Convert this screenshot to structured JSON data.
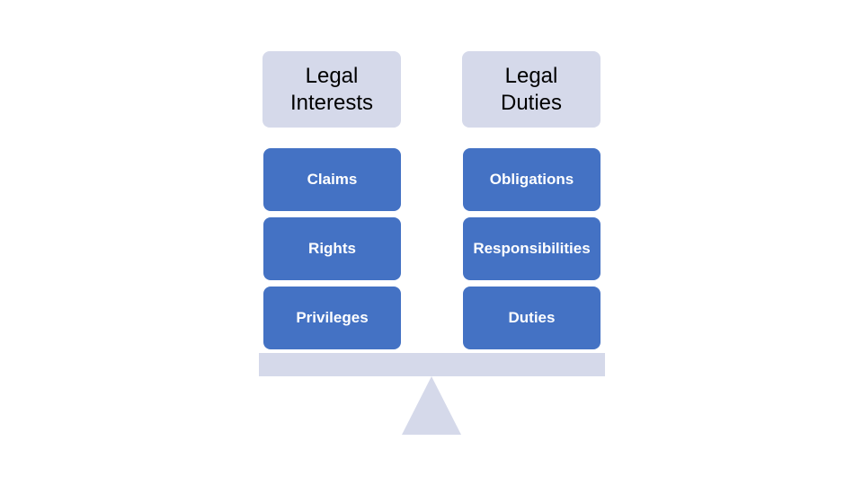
{
  "left": {
    "heading_line1": "Legal",
    "heading_line2": "Interests",
    "items": [
      "Claims",
      "Rights",
      "Privileges"
    ]
  },
  "right": {
    "heading_line1": "Legal",
    "heading_line2": "Duties",
    "items": [
      "Obligations",
      "Responsibilities",
      "Duties"
    ]
  },
  "colors": {
    "box_fill": "#4472c4",
    "header_fill": "#d5d9ea",
    "balance_fill": "#d5d9ea"
  }
}
